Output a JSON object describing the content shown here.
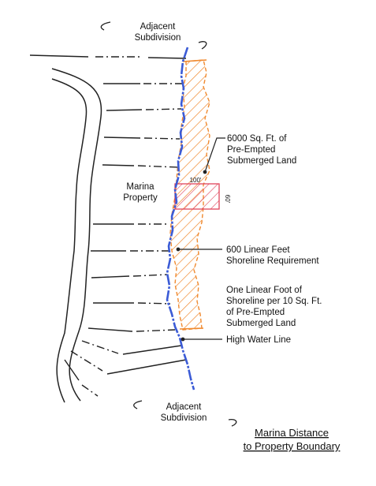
{
  "labels": {
    "adjacent_top_1": "Adjacent",
    "adjacent_top_2": "Subdivision",
    "adjacent_bottom_1": "Adjacent",
    "adjacent_bottom_2": "Subdivision",
    "marina_1": "Marina",
    "marina_2": "Property",
    "preempted_1": "6000 Sq. Ft. of",
    "preempted_2": "Pre-Empted",
    "preempted_3": "Submerged Land",
    "dock_width": "100'",
    "dock_depth": "60'",
    "shoreline_req_1": "600 Linear Feet",
    "shoreline_req_2": "Shoreline Requirement",
    "ratio_1": "One Linear Foot of",
    "ratio_2": "Shoreline per 10 Sq. Ft.",
    "ratio_3": "of Pre-Empted",
    "ratio_4": "Submerged Land",
    "high_water": "High Water Line"
  },
  "title": {
    "line1": "Marina Distance",
    "line2": "to Property Boundary"
  },
  "colors": {
    "shoreline": "#3b5bd6",
    "hatch_orange": "#f08a30",
    "hatch_red": "#e0445a",
    "lines": "#222222"
  }
}
